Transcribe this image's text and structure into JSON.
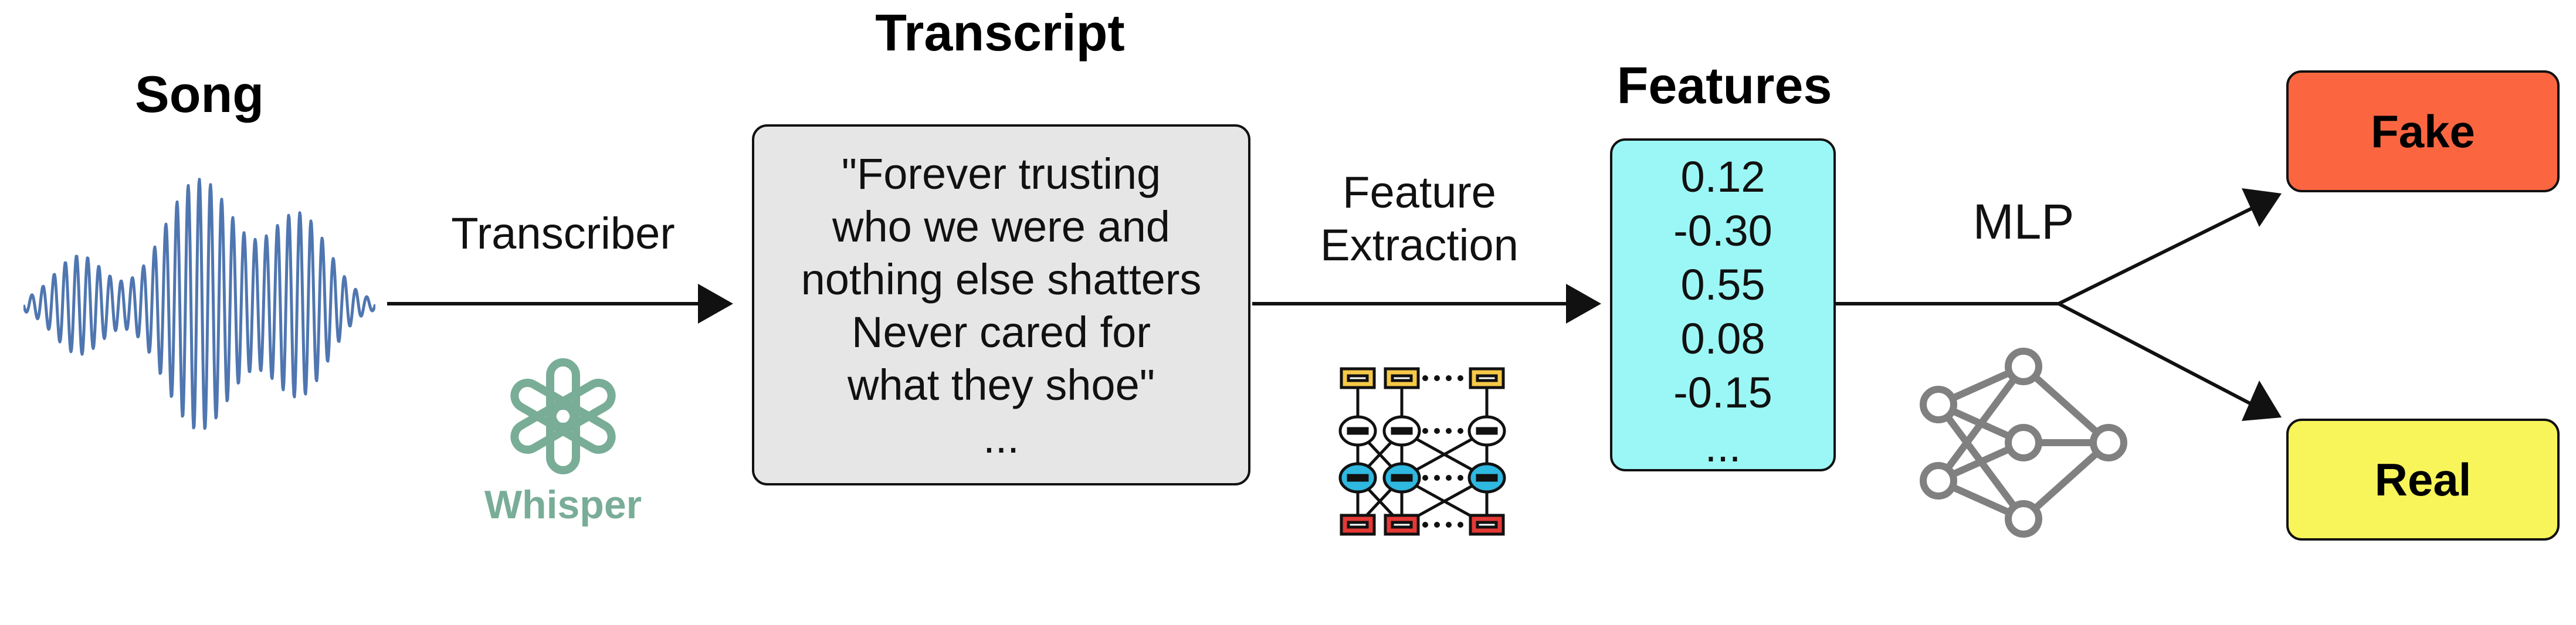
{
  "titles": {
    "song": "Song",
    "transcript": "Transcript",
    "features": "Features"
  },
  "edges": {
    "transcriber": "Transcriber",
    "feature_extraction_1": "Feature",
    "feature_extraction_2": "Extraction",
    "mlp": "MLP"
  },
  "whisper": {
    "label": "Whisper"
  },
  "transcript": {
    "lines": [
      "\"Forever trusting",
      "who we were and",
      "nothing else shatters",
      "Never cared for",
      "what they shoe\"",
      "..."
    ]
  },
  "features": {
    "values": [
      "0.12",
      "-0.30",
      "0.55",
      "0.08",
      "-0.15",
      "..."
    ]
  },
  "outputs": {
    "fake": "Fake",
    "real": "Real"
  },
  "colors": {
    "waveform": "#4f76b0",
    "whisper": "#79ad98",
    "transcript_fill": "#e6e6e6",
    "features_fill": "#9bf7f5",
    "fake_fill": "#fb6641",
    "real_fill": "#f7f55a",
    "nn_gray": "#808080",
    "icon_yellow": "#f7c948",
    "icon_blue": "#2fb8e0",
    "icon_red": "#e53935"
  }
}
